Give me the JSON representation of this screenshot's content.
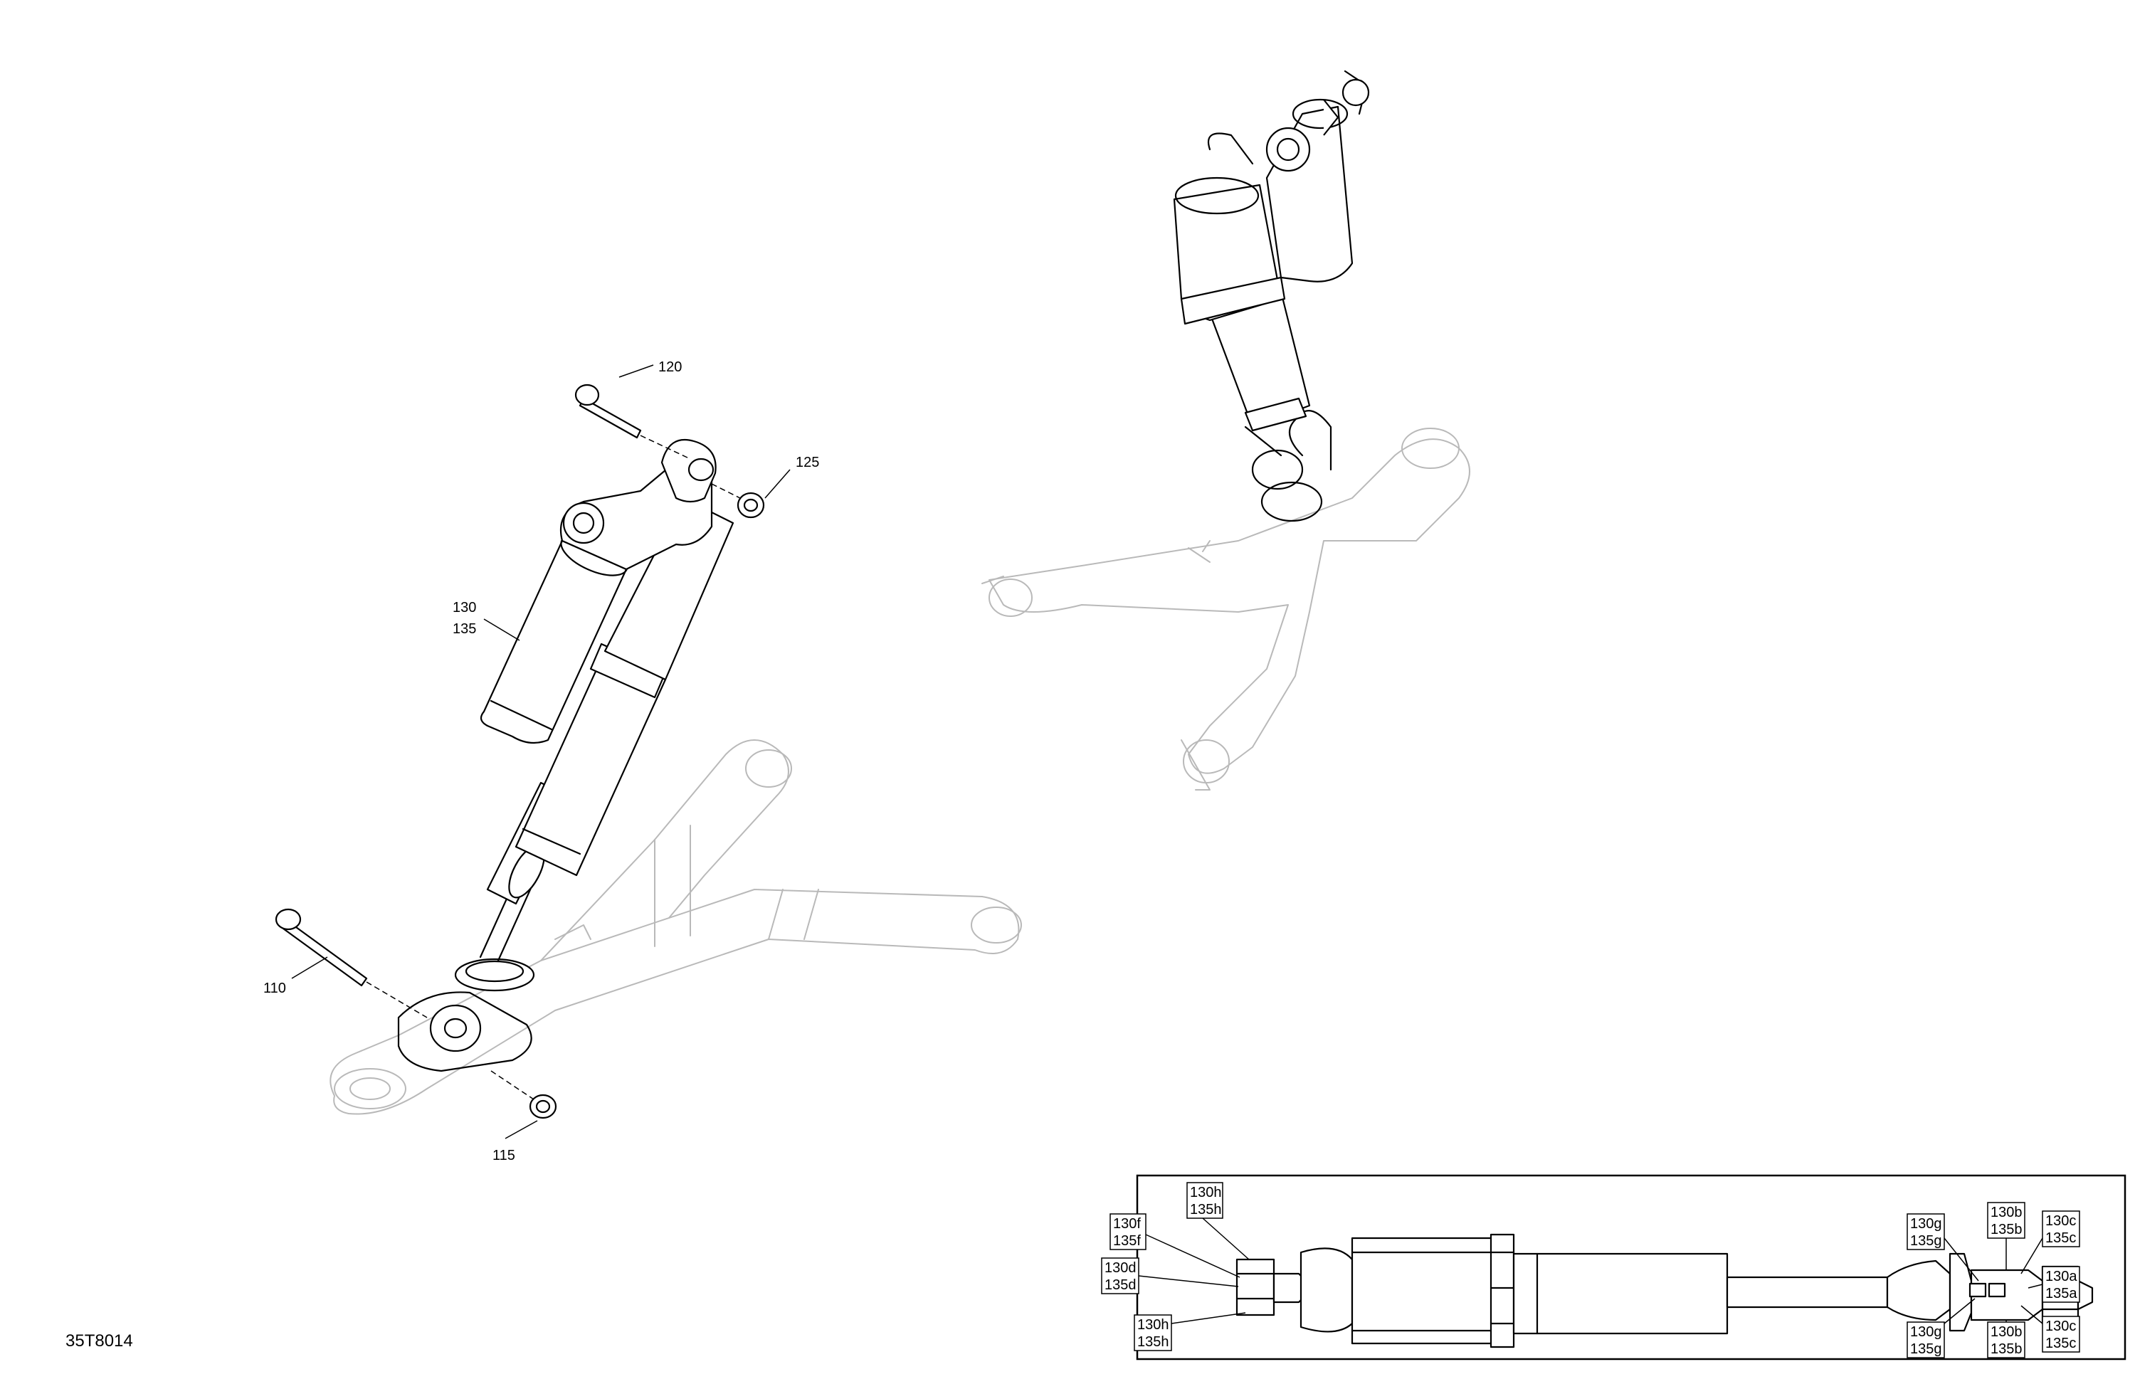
{
  "drawing_id": "35T8014",
  "callouts": {
    "c110": "110",
    "c115": "115",
    "c120": "120",
    "c125": "125",
    "c130": "130",
    "c135": "135"
  },
  "detail_labels": {
    "top_left": [
      "130h",
      "135h"
    ],
    "left_upper": [
      "130f",
      "135f"
    ],
    "left_mid": [
      "130d",
      "135d"
    ],
    "bottom_left": [
      "130h",
      "135h"
    ],
    "right_top_g": [
      "130g",
      "135g"
    ],
    "right_top_b": [
      "130b",
      "135b"
    ],
    "right_top_c": [
      "130c",
      "135c"
    ],
    "right_mid_a": [
      "130a",
      "135a"
    ],
    "right_bot_g": [
      "130g",
      "135g"
    ],
    "right_bot_b": [
      "130b",
      "135b"
    ],
    "right_bot_c": [
      "130c",
      "135c"
    ]
  }
}
